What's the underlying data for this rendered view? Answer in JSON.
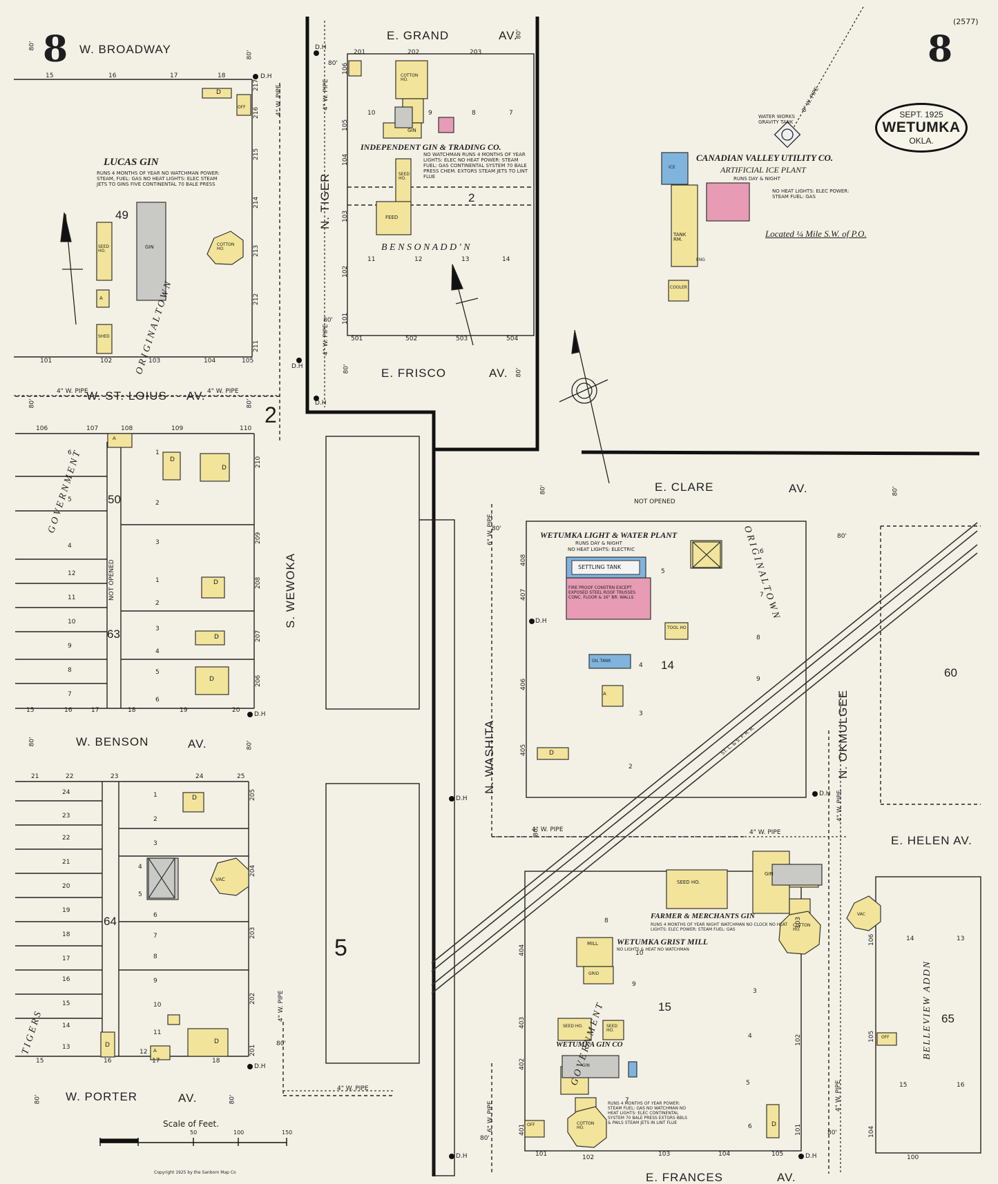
{
  "sheet_number": "8",
  "sheet_ref": "(2577)",
  "title": {
    "date": "SEPT. 1925",
    "town": "WETUMKA",
    "state": "OKLA."
  },
  "streets": {
    "w_broadway": "W. BROADWAY",
    "e_grand": "E. GRAND",
    "e_grand_av": "AV.",
    "w_st_louis": "W. ST. LOIUS",
    "w_st_louis_av": "AV.",
    "e_frisco": "E. FRISCO",
    "e_frisco_av": "AV.",
    "e_clare": "E. CLARE",
    "e_clare_av": "AV.",
    "e_clare_note": "NOT OPENED",
    "w_benson": "W. BENSON",
    "w_benson_av": "AV.",
    "w_porter": "W. PORTER",
    "w_porter_av": "AV.",
    "e_helen": "E. HELEN AV.",
    "e_frances": "E. FRANCES",
    "e_frances_av": "AV.",
    "n_tiger": "N. TIGER",
    "s_wewoka": "S. WEWOKA",
    "n_washita": "N. WASHITA",
    "n_okmulgee": "N. OKMULGEE",
    "not_opened": "NOT OPENED"
  },
  "additions": {
    "original_town_top": "O R I G I N A L   T O W N",
    "original_town_center": "O R I G I N A L   T O W N",
    "government": "G O V E R N M E N T",
    "benson_addn": "B E N S O N   A D D ' N",
    "belleview_addn": "BELLEVIEW  ADDN",
    "tiger": "T I G E R S",
    "government_bottom": "G O V E R N M E N T"
  },
  "blocks": {
    "b49": "49",
    "b2": "2",
    "b50": "50",
    "b63": "63",
    "b64": "64",
    "b14": "14",
    "b15": "15",
    "b60": "60",
    "b65": "65",
    "b5": "5",
    "b2b": "2"
  },
  "businesses": {
    "lucas_gin": "LUCAS GIN",
    "lucas_gin_note": "RUNS 4 MONTHS OF YEAR  NO WATCHMAN  POWER: STEAM, FUEL: GAS  NO HEAT  LIGHTS: ELEC  STEAM JETS TO GINS  FIVE CONTINENTAL 70 BALE PRESS",
    "independent_gin": "INDEPENDENT GIN & TRADING CO.",
    "independent_gin_note": "NO WATCHMAN  RUNS 4 MONTHS OF YEAR  LIGHTS: ELEC  NO HEAT  POWER: STEAM  FUEL: GAS  CONTINENTAL  SYSTEM  70 BALE PRESS  CHEM. EXTGRS  STEAM JETS TO LINT FLUE",
    "canadian_valley": "CANADIAN VALLEY UTILITY CO.",
    "ice_plant": "ARTIFICIAL ICE PLANT",
    "ice_plant_runs": "RUNS DAY & NIGHT",
    "ice_plant_note": "NO HEAT  LIGHTS: ELEC  POWER: STEAM  FUEL: GAS",
    "located": "Located ¼ Mile S.W. of P.O.",
    "water_works": "WATER WORKS GRAVITY TANK",
    "w_pipe_8": "8\" W. PIPE",
    "light_water": "WETUMKA LIGHT & WATER PLANT",
    "light_water_runs": "RUNS DAY & NIGHT",
    "light_water_note": "NO HEAT  LIGHTS: ELECTRIC",
    "settling_tank": "SETTLING TANK",
    "fire_proof": "FIRE PROOF CONSTRN EXCEPT EXPOSED STEEL ROOF TRUSSES  CONC. FLOOR & 16\" BR. WALLS",
    "farmers_gin": "FARMER & MERCHANTS GIN",
    "farmers_gin_note": "RUNS 4 MONTHS OF YEAR  NIGHT WATCHMAN  NO CLOCK  NO HEAT  LIGHTS: ELEC  POWER: STEAM  FUEL: GAS",
    "grist_mill": "WETUMKA GRIST MILL",
    "grist_mill_note": "NO LIGHTS & HEAT  NO WATCHMAN",
    "wetumka_gin": "WETUMKA GIN CO",
    "wetumka_gin_note": "RUNS 4 MONTHS OF YEAR  POWER: STEAM  FUEL: GAS  NO WATCHMAN  NO HEAT  LIGHTS: ELEC  CONTINENTAL SYSTEM  70 BALE PRESS  EXTGRS  BBLS & PAILS  STEAM JETS IN LINT FLUE",
    "railroad": "ST. L. & S. F. R. R."
  },
  "building_labels": {
    "dwelling": "D",
    "auto": "A",
    "office": "OFF",
    "cotton_house": "COTTON HO.",
    "seed_house": "SEED HO.",
    "gin": "GIN",
    "shed": "SHED",
    "feed": "FEED",
    "ice": "ICE",
    "tank_rm": "TANK RM.",
    "cooler": "COOLER",
    "eng": "ENG",
    "mill": "MILL",
    "grid": "GRID",
    "vac": "VAC",
    "tool_ho": "TOOL HO",
    "seed_ho": "SEED HO.",
    "oil_tank": "OIL TANK"
  },
  "hydrant": "D.H",
  "w_pipe_4": "4\" W. PIPE",
  "w_pipe_6": "6\" W. PIPE",
  "street_width": "80'",
  "scale": {
    "label": "Scale of Feet.",
    "ticks": [
      "50",
      "100",
      "150"
    ]
  },
  "copyright": "Copyright 1925 by the Sanborn Map Co",
  "lot_numbers": {
    "top_row": [
      "15",
      "16",
      "17",
      "18"
    ],
    "bottom_row": [
      "101",
      "102",
      "103",
      "104",
      "105"
    ],
    "addresses_right": [
      "217",
      "216",
      "215",
      "214",
      "213",
      "212",
      "211"
    ],
    "grand_row": [
      "201",
      "202",
      "203"
    ],
    "frisco_row": [
      "501",
      "502",
      "503",
      "504"
    ],
    "benson_lots": [
      "10",
      "9",
      "8",
      "7"
    ],
    "benson_lots2": [
      "11",
      "12",
      "13",
      "14"
    ],
    "tiger_side": [
      "106",
      "105",
      "104",
      "103",
      "102",
      "101"
    ],
    "b50_top": [
      "106",
      "107",
      "108",
      "109",
      "110"
    ],
    "b50_bottom": [
      "15",
      "16",
      "17",
      "18",
      "19",
      "20"
    ],
    "b50_right": [
      "210",
      "209",
      "208",
      "207",
      "206"
    ],
    "b50_lots": [
      "1",
      "2",
      "3",
      "1",
      "2",
      "3",
      "4",
      "5",
      "6"
    ],
    "b50_left": [
      "6",
      "5",
      "4",
      "12",
      "11",
      "10",
      "9",
      "8",
      "7"
    ],
    "b64_top": [
      "21",
      "22",
      "23",
      "24",
      "25"
    ],
    "b64_bottom": [
      "15",
      "16",
      "17",
      "18"
    ],
    "b64_right": [
      "205",
      "204",
      "203",
      "202",
      "201"
    ],
    "b64_lots": [
      "1",
      "2",
      "3",
      "4",
      "5",
      "6",
      "7",
      "8",
      "9",
      "10",
      "11",
      "12"
    ],
    "b64_left": [
      "24",
      "23",
      "22",
      "21",
      "20",
      "19",
      "18",
      "17",
      "16",
      "15",
      "14",
      "13"
    ],
    "b14_right": [
      "6",
      "7",
      "8",
      "9"
    ],
    "b14_lots": [
      "5",
      "4",
      "3",
      "2"
    ],
    "b14_left": [
      "408",
      "407",
      "406",
      "405"
    ],
    "b15_lots": [
      "8",
      "9",
      "10",
      "3",
      "4",
      "5",
      "6",
      "7"
    ],
    "b15_left": [
      "404",
      "403",
      "402",
      "401"
    ],
    "b15_bottom": [
      "101",
      "102",
      "103",
      "104",
      "105"
    ],
    "b15_right": [
      "103",
      "102",
      "101"
    ],
    "b65_lots": [
      "14",
      "13",
      "15",
      "16"
    ],
    "b65_left": [
      "106",
      "105",
      "104"
    ],
    "b65_bottom": [
      "100"
    ]
  }
}
